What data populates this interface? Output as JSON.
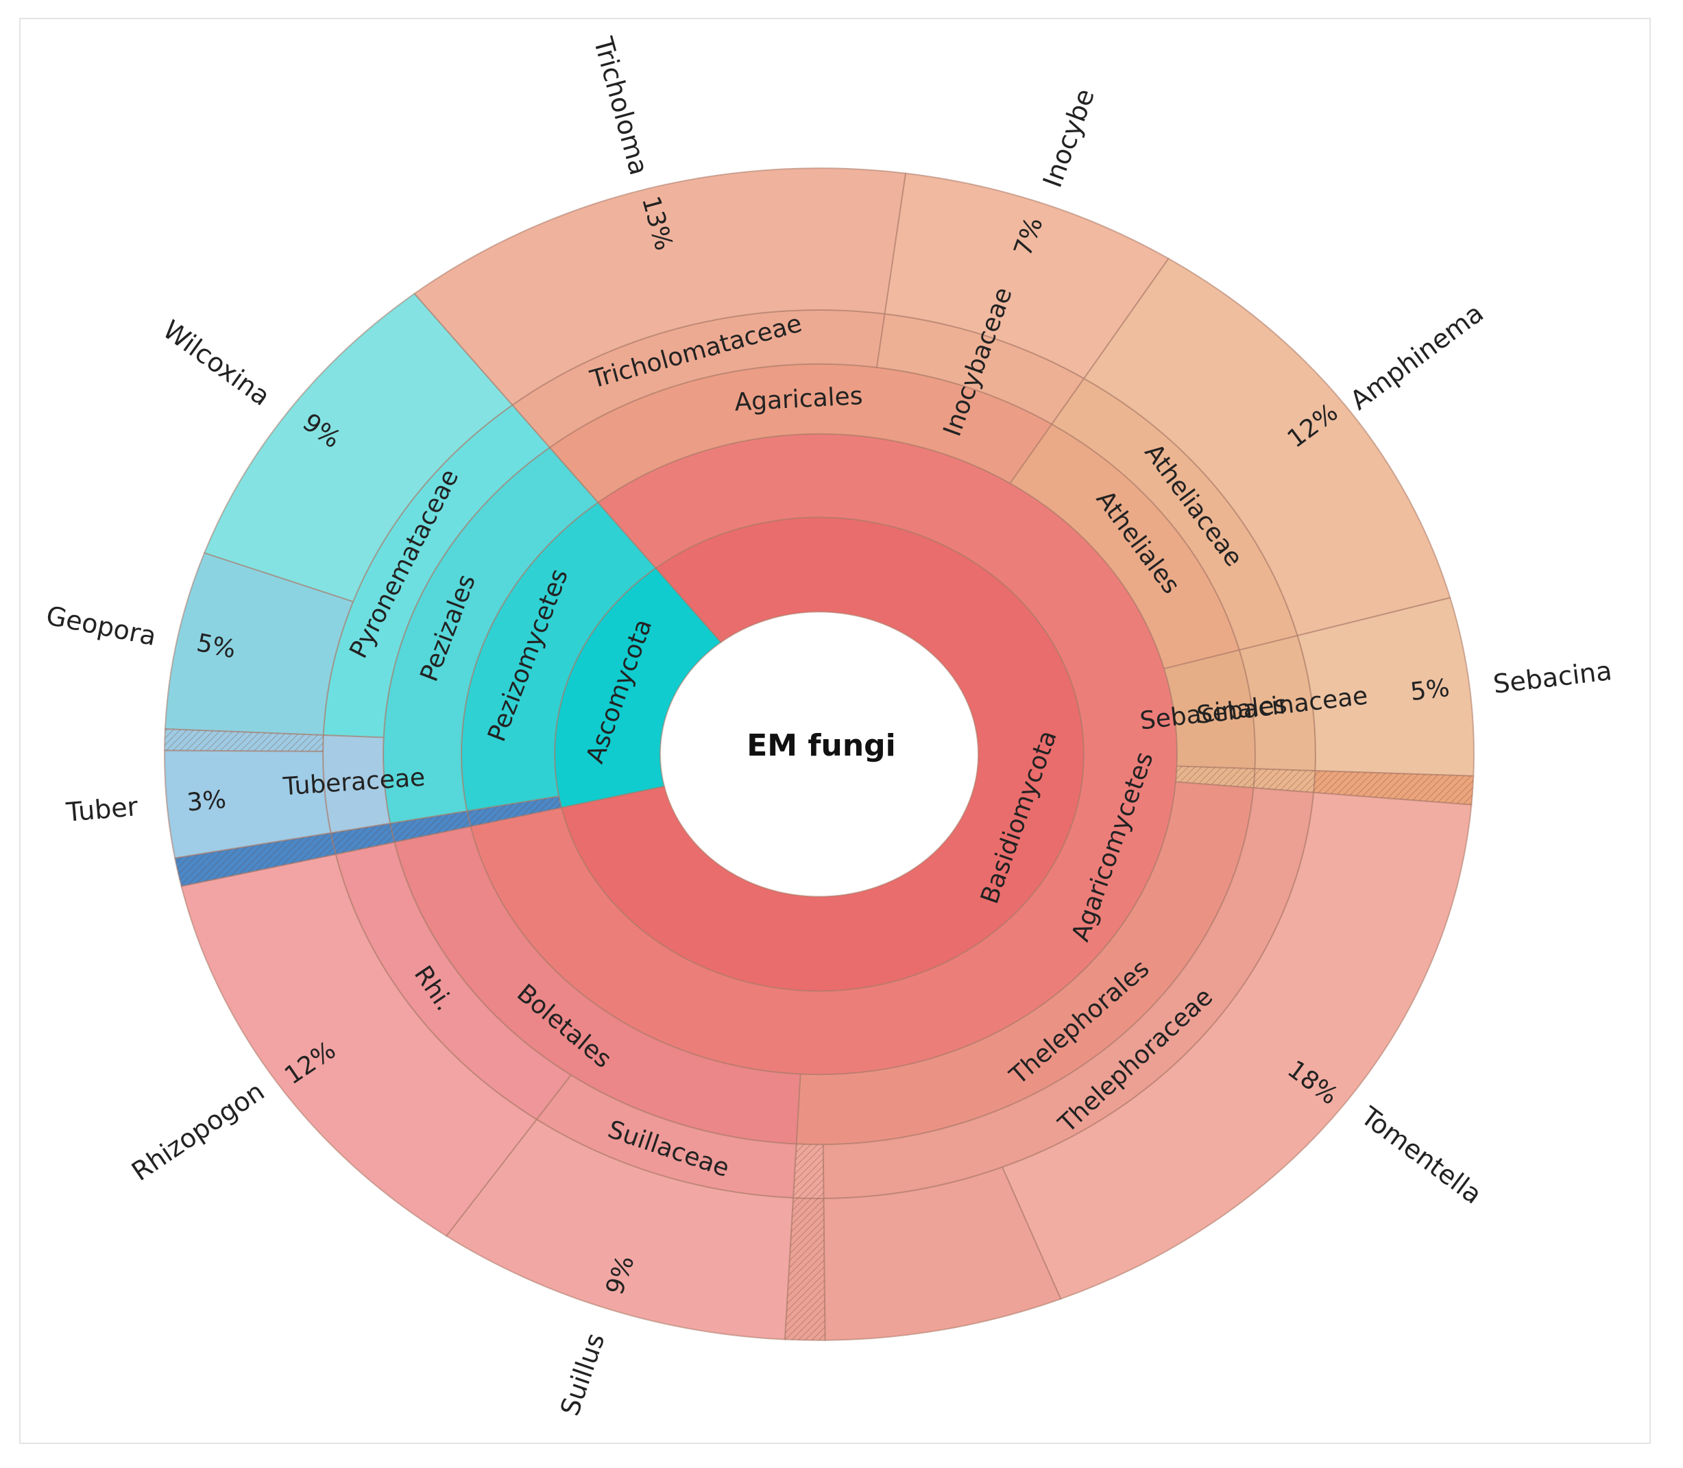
{
  "chart_data": {
    "type": "sunburst",
    "title": "",
    "root": "EM fungi",
    "unit": "%",
    "tree": [
      {
        "name": "Basidiomycota",
        "label": "Basidiomycota",
        "color": "#e96d6c",
        "children": [
          {
            "name": "Agaricomycetes",
            "label": "Agaricomycetes",
            "color": "#ec7e7a",
            "children": [
              {
                "name": "Agaricales",
                "label": "Agaricales",
                "color": "#eb9e85",
                "children": [
                  {
                    "name": "Tricholomataceae",
                    "label": "Tricholomataceae",
                    "color": "#edaa92",
                    "children": [
                      {
                        "name": "Tricholoma",
                        "label": "Tricholoma",
                        "value": 13,
                        "pct": "13%",
                        "color": "#efb39d"
                      }
                    ]
                  },
                  {
                    "name": "Inocybaceae",
                    "label": "Inocybaceae",
                    "color": "#eeb095",
                    "children": [
                      {
                        "name": "Inocybe",
                        "label": "Inocybe",
                        "value": 7,
                        "pct": "7%",
                        "color": "#f0b9a0"
                      }
                    ]
                  }
                ]
              },
              {
                "name": "Atheliales",
                "label": "Atheliales",
                "color": "#eaaa88",
                "children": [
                  {
                    "name": "Atheliaceae",
                    "label": "Atheliaceae",
                    "color": "#ecb592",
                    "children": [
                      {
                        "name": "Amphinema",
                        "label": "Amphinema",
                        "value": 12,
                        "pct": "12%",
                        "color": "#eebe9f"
                      }
                    ]
                  }
                ]
              },
              {
                "name": "Sebacinales",
                "label": "Sebacinales",
                "color": "#e6ae87",
                "children": [
                  {
                    "name": "Sebacinaceae",
                    "label": "Sebacinaceae",
                    "color": "#e9b791",
                    "children": [
                      {
                        "name": "Sebacina",
                        "label": "Sebacina",
                        "value": 5,
                        "pct": "5%",
                        "color": "#eec3a2"
                      }
                    ]
                  }
                ]
              },
              {
                "name": "",
                "label": "",
                "color": "#e6b58e",
                "hatched": true,
                "children": [
                  {
                    "name": "",
                    "label": "",
                    "color": "#e8b58f",
                    "hatched": true,
                    "children": [
                      {
                        "name": "",
                        "label": "",
                        "value": 0.8,
                        "pct": "",
                        "color": "#eba57c",
                        "hatched": true
                      }
                    ]
                  }
                ]
              },
              {
                "name": "Thelephorales",
                "label": "Thelephorales",
                "color": "#ea9385",
                "children": [
                  {
                    "name": "Thelephoraceae",
                    "label": "Thelephoraceae",
                    "color": "#ec9f93",
                    "children": [
                      {
                        "name": "Tomentella",
                        "label": "Tomentella",
                        "value": 18,
                        "pct": "18%",
                        "color": "#f2ada2"
                      },
                      {
                        "name": "",
                        "label": "",
                        "value": 6,
                        "pct": "",
                        "color": "#eea398"
                      }
                    ]
                  },
                  {
                    "name": "",
                    "label": "",
                    "color": "#eda79b",
                    "hatched": true,
                    "children": [
                      {
                        "name": "",
                        "label": "",
                        "value": 1,
                        "pct": "",
                        "color": "#eaa296",
                        "hatched": true
                      }
                    ]
                  }
                ]
              },
              {
                "name": "Boletales",
                "label": "Boletales",
                "color": "#eb8788",
                "children": [
                  {
                    "name": "Suillaceae",
                    "label": "Suillaceae",
                    "color": "#ee9a98",
                    "children": [
                      {
                        "name": "Suillus",
                        "label": "Suillus",
                        "value": 9,
                        "pct": "9%",
                        "color": "#f1a8a4"
                      }
                    ]
                  },
                  {
                    "name": "Rhizopogonaceae",
                    "label": "Rhi.",
                    "color": "#ee9699",
                    "children": [
                      {
                        "name": "Rhizopogon",
                        "label": "Rhizopogon",
                        "value": 12,
                        "pct": "12%",
                        "color": "#f2a4a4"
                      }
                    ]
                  }
                ]
              }
            ]
          }
        ]
      },
      {
        "name": "Ascomycota",
        "label": "Ascomycota",
        "color": "#10ccce",
        "children": [
          {
            "name": "",
            "label": "",
            "color": "#4a88c8",
            "hatched": true,
            "children": [
              {
                "name": "",
                "label": "",
                "color": "#4a88c8",
                "hatched": true,
                "children": [
                  {
                    "name": "",
                    "label": "",
                    "color": "#4a88c8",
                    "hatched": true,
                    "children": [
                      {
                        "name": "",
                        "label": "",
                        "value": 0.8,
                        "pct": "",
                        "color": "#4a88c8",
                        "hatched": true
                      }
                    ]
                  }
                ]
              }
            ]
          },
          {
            "name": "Pezizomycetes",
            "label": "Pezizomycetes",
            "color": "#30d1d3",
            "children": [
              {
                "name": "Pezizales",
                "label": "Pezizales",
                "color": "#56d7d9",
                "children": [
                  {
                    "name": "Tuberaceae",
                    "label": "Tuberaceae",
                    "color": "#a6cbe4",
                    "children": [
                      {
                        "name": "Tuber",
                        "label": "Tuber",
                        "value": 3,
                        "pct": "3%",
                        "color": "#9fcce6"
                      },
                      {
                        "name": "",
                        "label": "",
                        "value": 0.6,
                        "pct": "",
                        "color": "#9ecbe4",
                        "hatched": true
                      }
                    ]
                  },
                  {
                    "name": "Pyronemataceae",
                    "label": "Pyronemataceae",
                    "color": "#6edfe0",
                    "children": [
                      {
                        "name": "Geopora",
                        "label": "Geopora",
                        "value": 5,
                        "pct": "5%",
                        "color": "#8cd3e2"
                      },
                      {
                        "name": "Wilcoxina",
                        "label": "Wilcoxina",
                        "value": 9,
                        "pct": "9%",
                        "color": "#84e2e2"
                      }
                    ]
                  }
                ]
              }
            ]
          }
        ]
      }
    ]
  }
}
